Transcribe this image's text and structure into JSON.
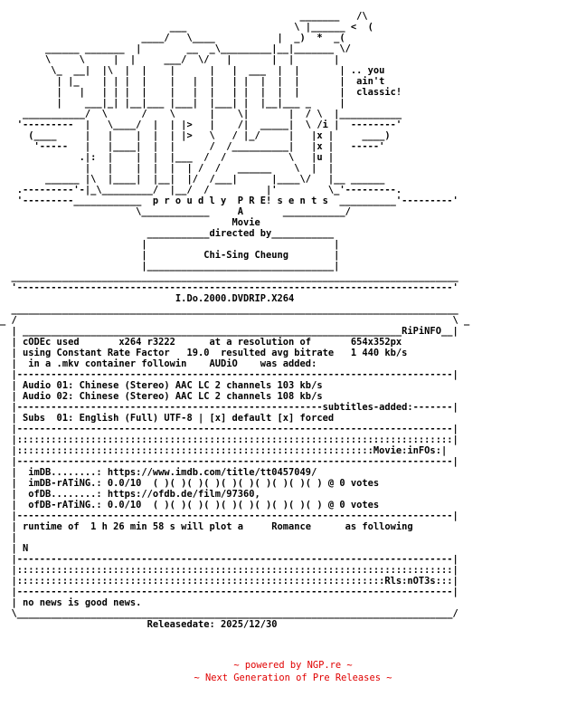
{
  "nfo_art": "                                                     _______   /\\\n                              ___                   \\ |______ <  (\n                         ____/   \\____           |  _)  *  _(\n        ______ _______  |        __  _\\_________|__|_______ \\/\n        \\     \\     |  |     ___/  \\/   |       |  |       |\n         \\_  __|  |\\  |  |    |      |   |  ___  |  |       | .. you\n          | |_    | | |  |    |   |  |   | |  |  |  |       |  ain't\n          |   |   | | |  |    |   |  |   | |  |  |  |       |  classic!\n          |    ___|_| |__|___ |___|  |___| |  |__|___ _     |\n    ___________/  \\      /    \\      |    \\|       |  / \\  |___________\n   '---------  |   \\____/  |  | |>   |    /|  _____|  \\ /i |  --------'\n     (____     |   |    |  |  | |>   \\   / |_/     |   |x |     ____)\n      '-----   |   |____|  |  |      /  /__________|   |x |   -----'\n              .|:  |    |  |  |___  /  /           \\   |u |\n               |   |    |  |  |  | /  /   ______    \\  |  |\n        ______ |\\  |____|  |__|  |/  /___|      |____\\/   |__ ______\n   .---------'-|_\\_________/  |__/  /          |'         \\_'---------.\n   '---------____________  p r o u d l y  P R E! s e n t s  __________'---------'\n                        \\____________     A       ___________/\n                                         Movie\n                          ___________directed by___________\n                         |                                 |\n                         |          Chi-Sing Cheung        |\n                         |_________________________________|\n  _______________________________________________________________________________\n  '-----------------------------------------------------------------------------'\n                               I.Do.2000.DVDRIP.X264\n  _______________________________________________________________________________\n_ /                                                                             \\ _\n  | ___________________________________________________________________RiPiNFO__|\n  | cODEc used       x264 r3222      at a resolution of       654x352px\n  | using Constant Rate Factor   19.0  resulted avg bitrate   1 440 kb/s\n  |  in a .mkv container followin    AUDiO    was added:\n  |-----------------------------------------------------------------------------|\n  | Audio 01: Chinese (Stereo) AAC LC 2 channels 103 kb/s\n  | Audio 02: Chinese (Stereo) AAC LC 2 channels 108 kb/s\n  |------------------------------------------------------subtitles-added:-------|\n  | Subs  01: English (Full) UTF-8 | [x] default [x] forced\n  |-----------------------------------------------------------------------------|\n  |:::::::::::::::::::::::::::::::::::::::::::::::::::::::::::::::::::::::::::::|\n  |:::::::::::::::::::::::::::::::::::::::::::::::::::::::::::::::Movie:inFOs:|\n  |-----------------------------------------------------------------------------|\n  |  imDB........: https://www.imdb.com/title/tt0457049/\n  |  imDB-rATiNG.: 0.0/10  ( )( )( )( )( )( )( )( )( )( ) @ 0 votes\n  |  ofDB........: https://ofdb.de/film/97360,\n  |  ofDB-rATiNG.: 0.0/10  ( )( )( )( )( )( )( )( )( )( ) @ 0 votes\n  |-----------------------------------------------------------------------------|\n  | runtime of  1 h 26 min 58 s will plot a     Romance      as following\n  |\n  | N\n  |-----------------------------------------------------------------------------|\n  |:::::::::::::::::::::::::::::::::::::::::::::::::::::::::::::::::::::::::::::|\n  |:::::::::::::::::::::::::::::::::::::::::::::::::::::::::::::::::Rls:nOT3s:::|\n  |-----------------------------------------------------------------------------|\n  | no news is good news.\n  \\_____________________________________________________________________________/\n                          Releasedate: 2025/12/30",
  "footer": {
    "line1": "~ powered by NGP.re ~",
    "line2": "~ Next Generation of Pre Releases ~"
  },
  "colors": {
    "text": "#000000",
    "footer": "#e00000",
    "background": "#ffffff"
  }
}
